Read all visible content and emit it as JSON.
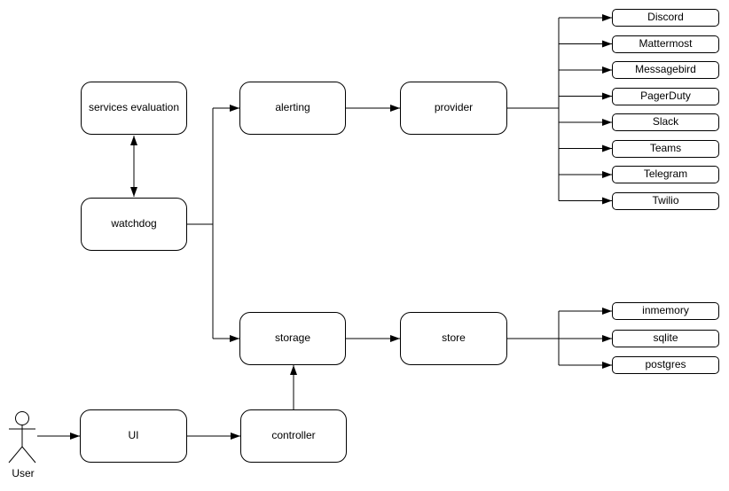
{
  "colors": {
    "stroke": "#000000",
    "node_fill": "#ffffff",
    "background": "#ffffff",
    "text": "#000000"
  },
  "nodes": {
    "services_evaluation": "services evaluation",
    "watchdog": "watchdog",
    "alerting": "alerting",
    "provider": "provider",
    "storage": "storage",
    "store": "store",
    "ui": "UI",
    "controller": "controller"
  },
  "provider_targets": [
    "Discord",
    "Mattermost",
    "Messagebird",
    "PagerDuty",
    "Slack",
    "Teams",
    "Telegram",
    "Twilio"
  ],
  "store_targets": [
    "inmemory",
    "sqlite",
    "postgres"
  ],
  "actor": {
    "label": "User"
  },
  "edges": [
    {
      "from": "services evaluation",
      "to": "watchdog",
      "bidirectional": true
    },
    {
      "from": "watchdog",
      "to": "alerting"
    },
    {
      "from": "watchdog",
      "to": "storage"
    },
    {
      "from": "alerting",
      "to": "provider"
    },
    {
      "from": "provider",
      "to": "Discord"
    },
    {
      "from": "provider",
      "to": "Mattermost"
    },
    {
      "from": "provider",
      "to": "Messagebird"
    },
    {
      "from": "provider",
      "to": "PagerDuty"
    },
    {
      "from": "provider",
      "to": "Slack"
    },
    {
      "from": "provider",
      "to": "Teams"
    },
    {
      "from": "provider",
      "to": "Telegram"
    },
    {
      "from": "provider",
      "to": "Twilio"
    },
    {
      "from": "storage",
      "to": "store"
    },
    {
      "from": "store",
      "to": "inmemory"
    },
    {
      "from": "store",
      "to": "sqlite"
    },
    {
      "from": "store",
      "to": "postgres"
    },
    {
      "from": "User",
      "to": "UI"
    },
    {
      "from": "UI",
      "to": "controller"
    },
    {
      "from": "controller",
      "to": "storage"
    }
  ]
}
